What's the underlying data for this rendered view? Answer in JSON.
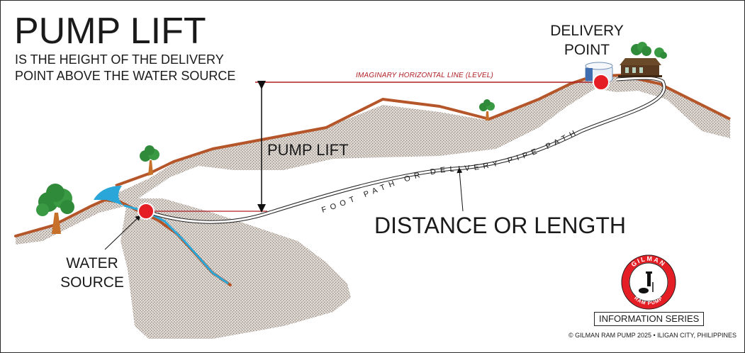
{
  "title": "PUMP LIFT",
  "subtitle_line1": "IS THE HEIGHT OF THE DELIVERY",
  "subtitle_line2": "POINT ABOVE THE WATER SOURCE",
  "labels": {
    "delivery_point_line1": "DELIVERY",
    "delivery_point_line2": "POINT",
    "water_source_line1": "WATER",
    "water_source_line2": "SOURCE",
    "pump_lift": "PUMP LIFT",
    "distance": "DISTANCE OR LENGTH",
    "horizontal_line": "IMAGINARY HORIZONTAL LINE (LEVEL)",
    "pipe_path": "FOOT PATH OR DELIVERY PIPE PATH"
  },
  "logo": {
    "top_text": "GILMAN",
    "bottom_text": "RAM PUMP"
  },
  "footer": {
    "series": "INFORMATION SERIES",
    "copyright": "© GILMAN RAM PUMP 2025 • ILIGAN CITY, PHILIPPINES"
  },
  "colors": {
    "ground_edge": "#b5562a",
    "level_line": "#b01e24",
    "marker_red": "#e51d25",
    "water_blue": "#2aa7d8",
    "tree_green": "#2f8a3a",
    "ground_fill": "#d9d2cc"
  }
}
